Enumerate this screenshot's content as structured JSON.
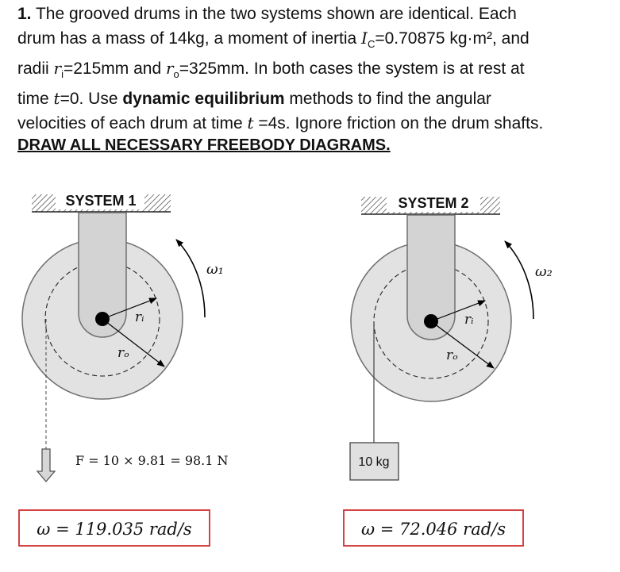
{
  "problem": {
    "number": "1.",
    "line1": "The grooved drums in the two systems shown are identical.  Each",
    "line2a": "drum has a mass of 14kg, a moment of inertia ",
    "ic_var": "I",
    "ic_sub": "C",
    "line2b": "=0.70875 kg·m², and",
    "line3a": "radii ",
    "ri_var": "r",
    "ri_sub": "i",
    "line3b": "=215mm and ",
    "ro_var": "r",
    "ro_sub": "o",
    "line3c": "=325mm.   In both cases the system is at rest at",
    "line4a": "time ",
    "t_var": "t",
    "line4b": "=0.  Use ",
    "line4bold": "dynamic equilibrium",
    "line4c": " methods to find the angular",
    "line5a": "velocities of each drum at time ",
    "t_var2": "t",
    "line5b": " =4s.  Ignore friction on the drum shafts.",
    "heading": "DRAW ALL NECESSARY FREEBODY DIAGRAMS."
  },
  "system1": {
    "title": "SYSTEM 1",
    "omega_label": "ω₁",
    "ri_label": "rᵢ",
    "ro_label": "rₒ",
    "force_label": "F = 10 × 9.81 = 98.1 N",
    "answer": "ω = 119.035 rad/s"
  },
  "system2": {
    "title": "SYSTEM 2",
    "omega_label": "ω₂",
    "ri_label": "rᵢ",
    "ro_label": "rₒ",
    "mass_label": "10 kg",
    "answer": "ω = 72.046 rad/s"
  },
  "colors": {
    "drum_fill": "#e2e2e2",
    "drum_stroke": "#6f6f6f",
    "answer_box": "#d03030",
    "text": "#111111"
  }
}
